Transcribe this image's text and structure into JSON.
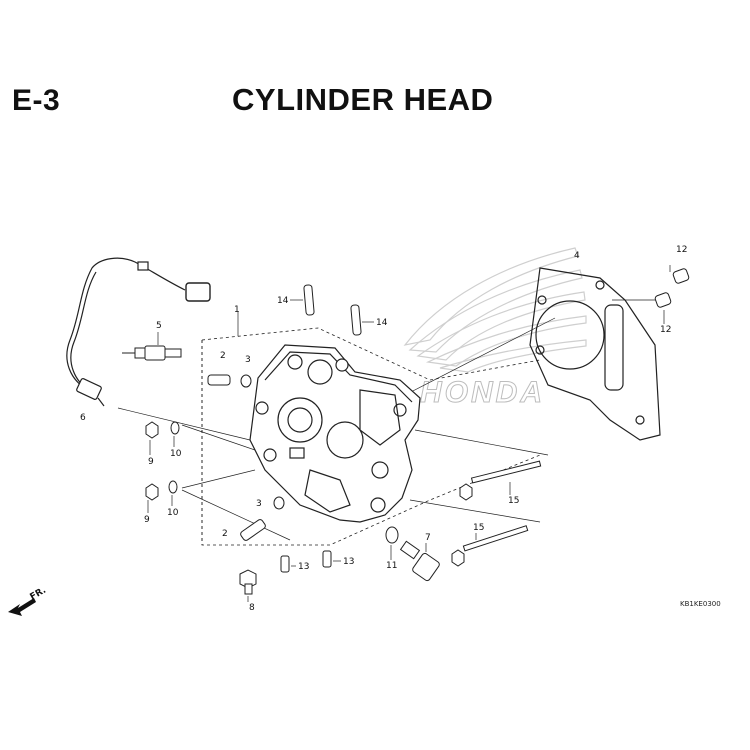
{
  "header": {
    "section_code": "E-3",
    "title": "CYLINDER HEAD"
  },
  "diagram": {
    "reference_code": "KB1KE0300",
    "brand_watermark": "HONDA",
    "front_arrow_label": "FR.",
    "callouts": {
      "c1": "1",
      "c2a": "2",
      "c2b": "2",
      "c3a": "3",
      "c3b": "3",
      "c4": "4",
      "c5": "5",
      "c6": "6",
      "c7": "7",
      "c8": "8",
      "c9a": "9",
      "c9b": "9",
      "c10a": "10",
      "c10b": "10",
      "c11": "11",
      "c12a": "12",
      "c12b": "12",
      "c13a": "13",
      "c13b": "13",
      "c14a": "14",
      "c14b": "14",
      "c15a": "15",
      "c15b": "15"
    }
  },
  "colors": {
    "line": "#222222",
    "watermark": "#cfcfcf"
  }
}
